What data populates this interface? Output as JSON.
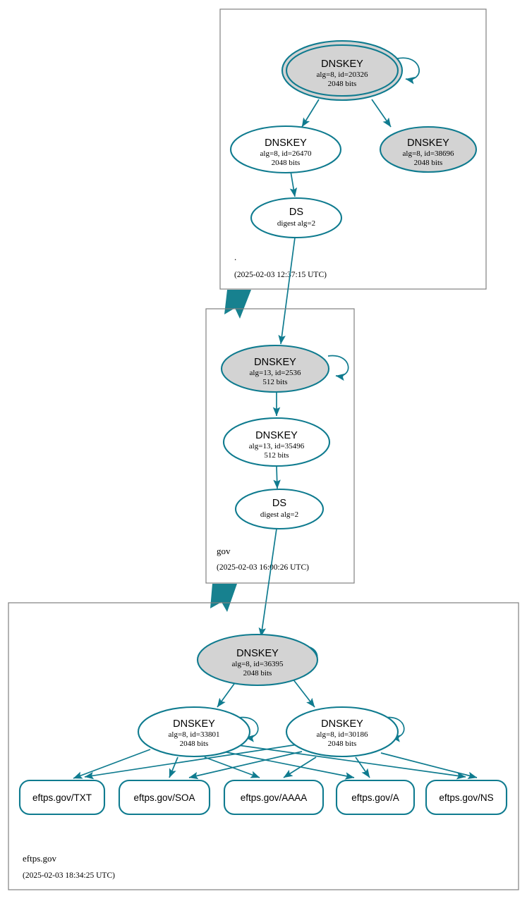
{
  "diagram": {
    "kind": "dnssec-authentication-chain",
    "colors": {
      "edge": "#0f7b8f",
      "node_stroke": "#0f7b8f",
      "secure_fill": "#d3d3d3",
      "plain_fill": "#ffffff",
      "zone_border": "#808080",
      "text": "#000000"
    }
  },
  "zones": [
    {
      "id": "root",
      "label": ".",
      "timestamp": "(2025-02-03 12:37:15 UTC)",
      "nodes": [
        {
          "id": "root-ksk",
          "type": "DNSKEY",
          "title": "DNSKEY",
          "line2": "alg=8, id=20326",
          "line3": "2048 bits",
          "trust_anchor": true,
          "shaded": true
        },
        {
          "id": "root-zsk",
          "type": "DNSKEY",
          "title": "DNSKEY",
          "line2": "alg=8, id=26470",
          "line3": "2048 bits",
          "trust_anchor": false,
          "shaded": false
        },
        {
          "id": "root-zsk2",
          "type": "DNSKEY",
          "title": "DNSKEY",
          "line2": "alg=8, id=38696",
          "line3": "2048 bits",
          "trust_anchor": false,
          "shaded": true
        },
        {
          "id": "root-ds",
          "type": "DS",
          "title": "DS",
          "line2": "digest alg=2",
          "line3": "",
          "trust_anchor": false,
          "shaded": false
        }
      ]
    },
    {
      "id": "gov",
      "label": "gov",
      "timestamp": "(2025-02-03 16:00:26 UTC)",
      "nodes": [
        {
          "id": "gov-ksk",
          "type": "DNSKEY",
          "title": "DNSKEY",
          "line2": "alg=13, id=2536",
          "line3": "512 bits",
          "trust_anchor": false,
          "shaded": true
        },
        {
          "id": "gov-zsk",
          "type": "DNSKEY",
          "title": "DNSKEY",
          "line2": "alg=13, id=35496",
          "line3": "512 bits",
          "trust_anchor": false,
          "shaded": false
        },
        {
          "id": "gov-ds",
          "type": "DS",
          "title": "DS",
          "line2": "digest alg=2",
          "line3": "",
          "trust_anchor": false,
          "shaded": false
        }
      ]
    },
    {
      "id": "eftps",
      "label": "eftps.gov",
      "timestamp": "(2025-02-03 18:34:25 UTC)",
      "nodes": [
        {
          "id": "eftps-ksk",
          "type": "DNSKEY",
          "title": "DNSKEY",
          "line2": "alg=8, id=36395",
          "line3": "2048 bits",
          "trust_anchor": false,
          "shaded": true
        },
        {
          "id": "eftps-zsk1",
          "type": "DNSKEY",
          "title": "DNSKEY",
          "line2": "alg=8, id=33801",
          "line3": "2048 bits",
          "trust_anchor": false,
          "shaded": false
        },
        {
          "id": "eftps-zsk2",
          "type": "DNSKEY",
          "title": "DNSKEY",
          "line2": "alg=8, id=30186",
          "line3": "2048 bits",
          "trust_anchor": false,
          "shaded": false
        }
      ],
      "rrsets": [
        {
          "id": "rr-txt",
          "label": "eftps.gov/TXT"
        },
        {
          "id": "rr-soa",
          "label": "eftps.gov/SOA"
        },
        {
          "id": "rr-aaaa",
          "label": "eftps.gov/AAAA"
        },
        {
          "id": "rr-a",
          "label": "eftps.gov/A"
        },
        {
          "id": "rr-ns",
          "label": "eftps.gov/NS"
        }
      ]
    }
  ]
}
